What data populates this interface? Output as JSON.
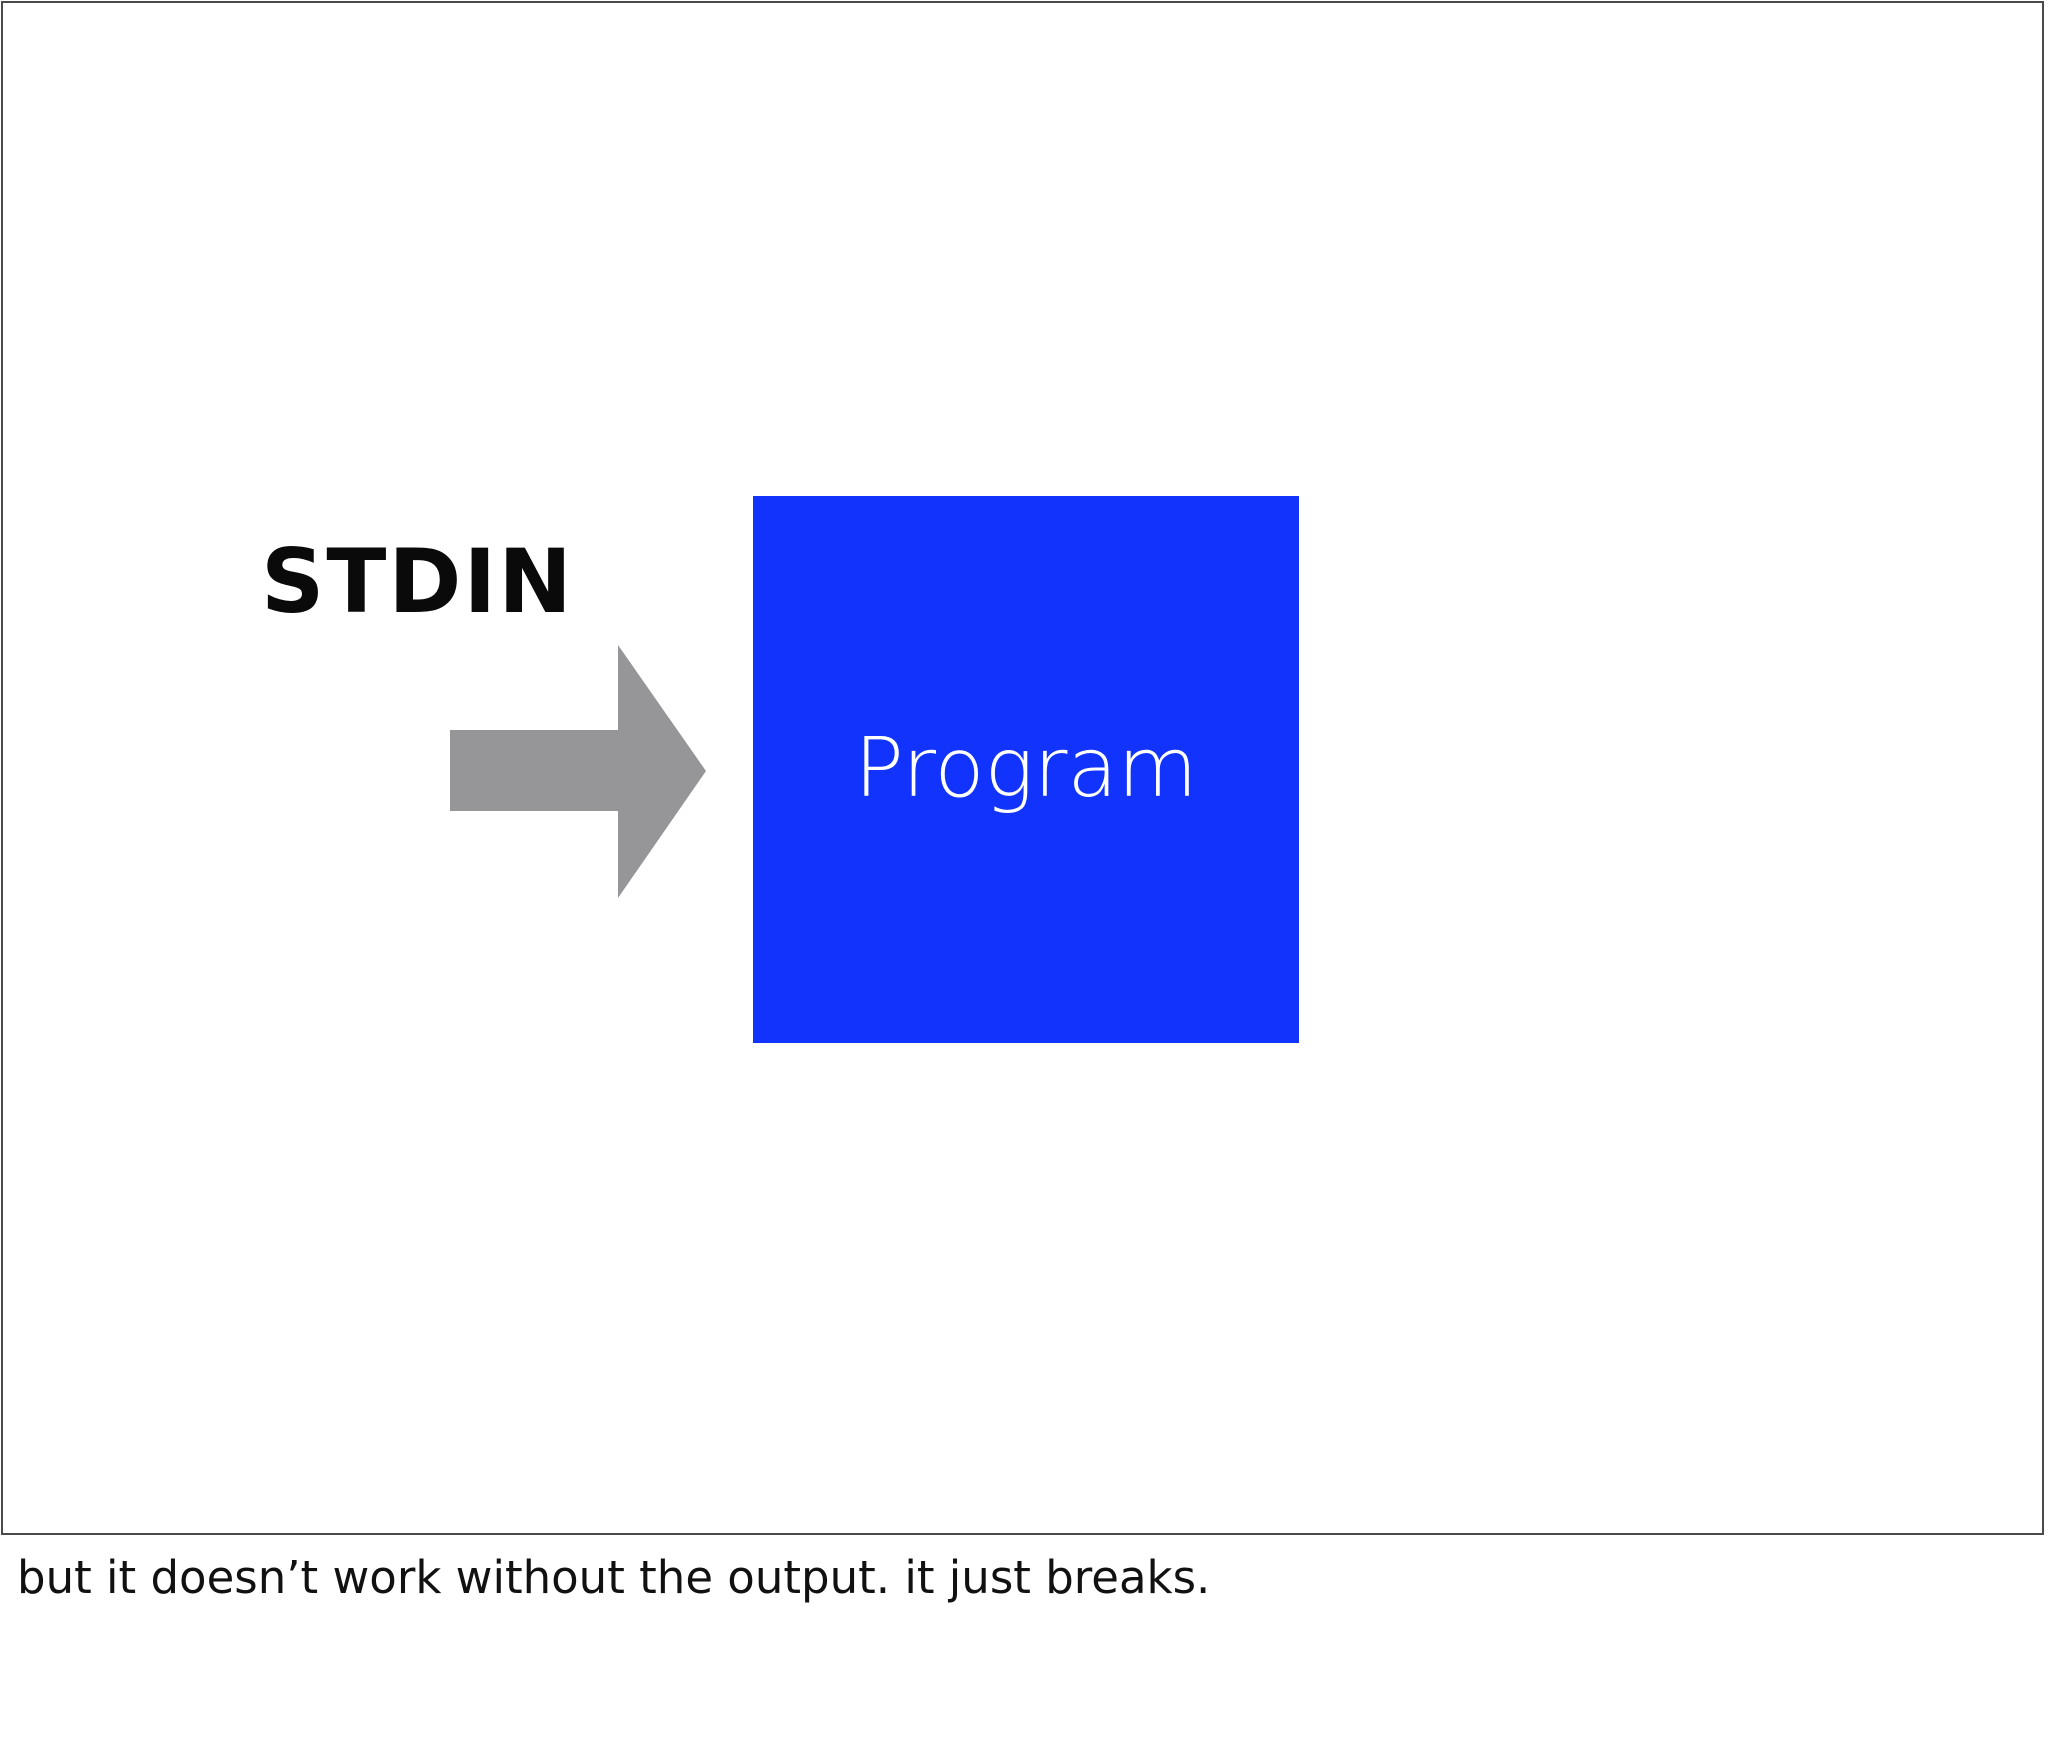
{
  "slide": {
    "background_color": "#ffffff",
    "border_color": "#4a4a4d",
    "diagram": {
      "input_label": "STDIN",
      "arrow": {
        "icon": "right-arrow-icon",
        "color": "#969698",
        "direction": "right"
      },
      "process_box": {
        "label": "Program",
        "fill_color": "#1133fc",
        "text_color": "#ffffff"
      }
    }
  },
  "caption": {
    "text": "but it doesn’t work without the output. it just breaks.",
    "color": "#111111"
  }
}
